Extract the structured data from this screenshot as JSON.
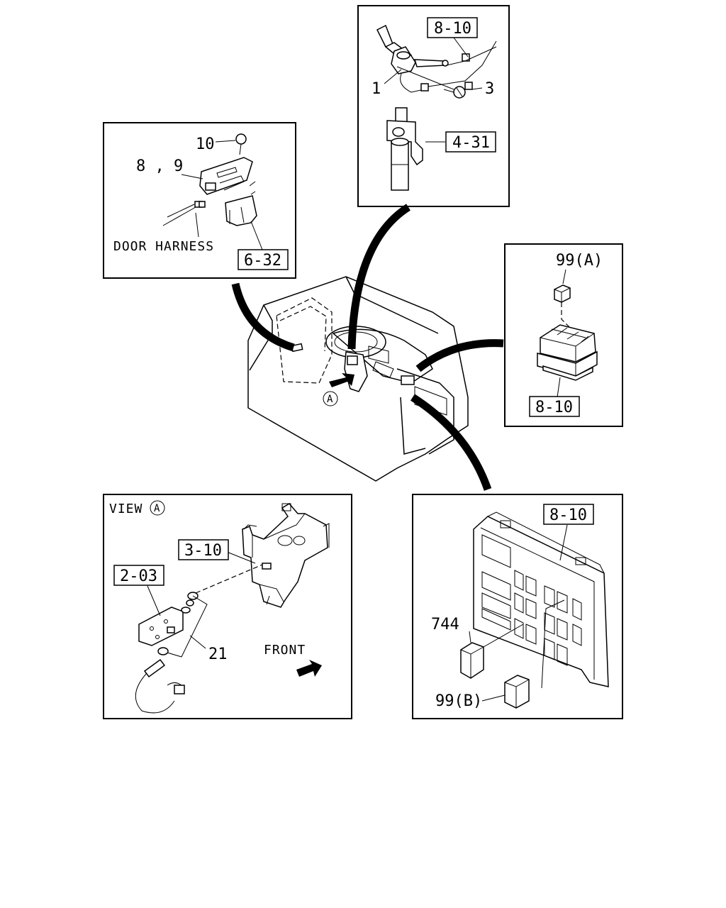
{
  "views": {
    "column_switch": {
      "refs": {
        "a": "8-10",
        "b": "4-31"
      },
      "parts": {
        "p1": "1",
        "p3": "3"
      }
    },
    "door_switch": {
      "parts": {
        "p10": "10",
        "p89": "8 , 9"
      },
      "label": "DOOR HARNESS",
      "refs": {
        "a": "6-32"
      }
    },
    "relay": {
      "parts": {
        "p99a": "99(A)"
      },
      "refs": {
        "a": "8-10"
      }
    },
    "view_a": {
      "title_text": "VIEW",
      "title_circle": "A",
      "refs": {
        "a": "3-10",
        "b": "2-03"
      },
      "parts": {
        "p21": "21"
      },
      "label": "FRONT"
    },
    "fuse_box": {
      "refs": {
        "a": "8-10"
      },
      "parts": {
        "p744": "744",
        "p99b": "99(B)"
      }
    }
  },
  "main": {
    "callout": "A"
  }
}
